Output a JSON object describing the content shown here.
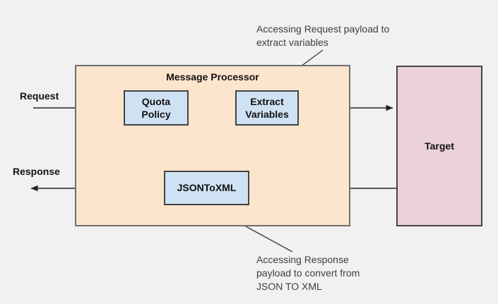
{
  "diagram": {
    "title": "Message Processor",
    "nodes": {
      "quota_policy": {
        "label": "Quota Policy"
      },
      "extract_variables": {
        "label": "Extract Variables"
      },
      "json_to_xml": {
        "label": "JSONToXML"
      },
      "target": {
        "label": "Target"
      }
    },
    "flow_labels": {
      "request": "Request",
      "response": "Response"
    },
    "annotations": {
      "request_note": "Accessing Request payload to extract variables",
      "response_note": "Accessing Response payload to convert from JSON TO XML"
    }
  },
  "colors": {
    "background": "#f1f1f2",
    "processor_fill": "#fce5cd",
    "processor_border": "#6f6f6f",
    "node_fill": "#cfe2f3",
    "node_border": "#434343",
    "target_fill": "#ead1dc",
    "target_border": "#434343",
    "arrow": "#222222",
    "text": "#111111",
    "annotation_text": "#3d3d3d"
  }
}
